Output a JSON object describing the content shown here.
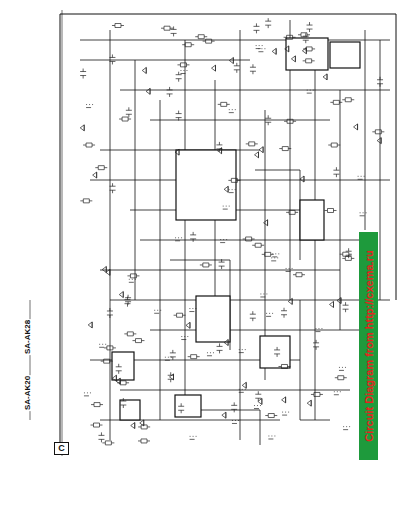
{
  "diagram": {
    "nodes": [
      {
        "text": [
          "C"
        ]
      },
      {
        "text": [
          "Circuit Diagram from http://cxema.ru"
        ]
      }
    ],
    "labels": [
      "SA-AK20",
      "SA-AK28"
    ]
  }
}
